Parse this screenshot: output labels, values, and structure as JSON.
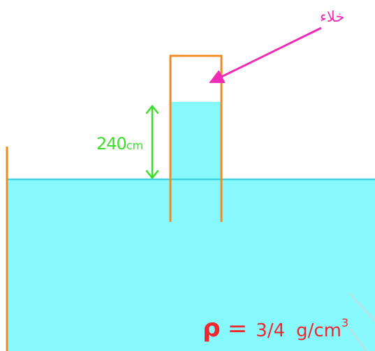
{
  "colors": {
    "liquid": "#87f9fc",
    "surface": "#3fd3e2",
    "wall": "#f08a24",
    "vacuum": "#ef2bb8",
    "height": "#39df2a",
    "density": "#f0272f"
  },
  "labels": {
    "vacuum": "خلاء",
    "height_value": "240",
    "height_unit": "cm",
    "density_symbol": "ρ",
    "density_equals": "=",
    "density_value": "3/4",
    "density_unit": "g/cm",
    "density_exponent": "3"
  }
}
